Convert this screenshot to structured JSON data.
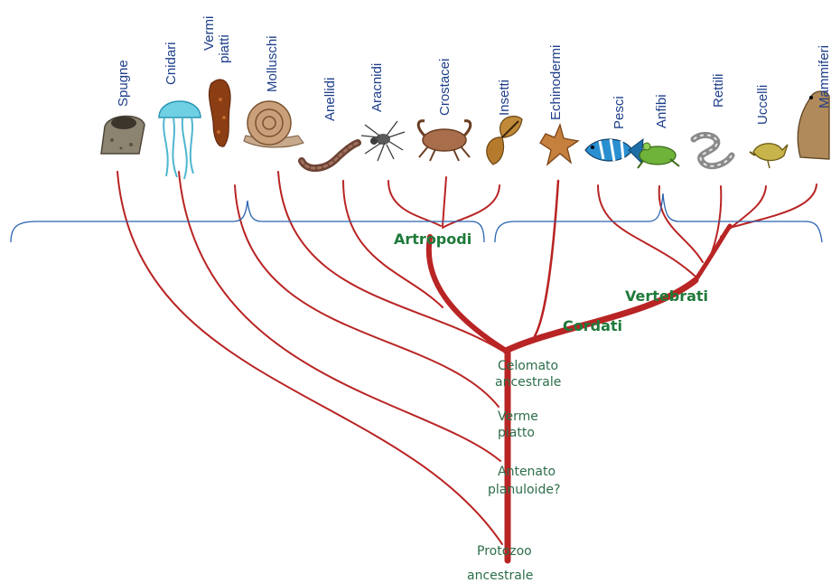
{
  "taxa": {
    "spugne": "Spugne",
    "cnidari": "Cnidari",
    "vermi_piatti_1": "Vermi",
    "vermi_piatti_2": "piatti",
    "molluschi": "Molluschi",
    "anellidi": "Anellidi",
    "aracnidi": "Aracnidi",
    "crostacei": "Crostacei",
    "insetti": "Insetti",
    "echinodermi": "Echinodermi",
    "pesci": "Pesci",
    "anfibi": "Anfibi",
    "rettili": "Rettili",
    "uccelli": "Uccelli",
    "mammiferi": "Mammiferi"
  },
  "groups": {
    "artropodi": "Artropodi",
    "vertebrati": "Vertebrati",
    "cordati": "Cordati"
  },
  "nodes": {
    "celomato_1": "Celomato",
    "celomato_2": "ancestrale",
    "verme_1": "Verme",
    "verme_2": "piatto",
    "antenato_1": "Antenato",
    "antenato_2": "planuloide?",
    "protozoo_1": "Protozoo",
    "protozoo_2": "ancestrale"
  },
  "colors": {
    "branch": "#b92424",
    "taxon_text": "#1d3f8a",
    "node_text": "#2d6e4a",
    "group_text": "#1f7a3a",
    "brace": "#2a64b0"
  }
}
